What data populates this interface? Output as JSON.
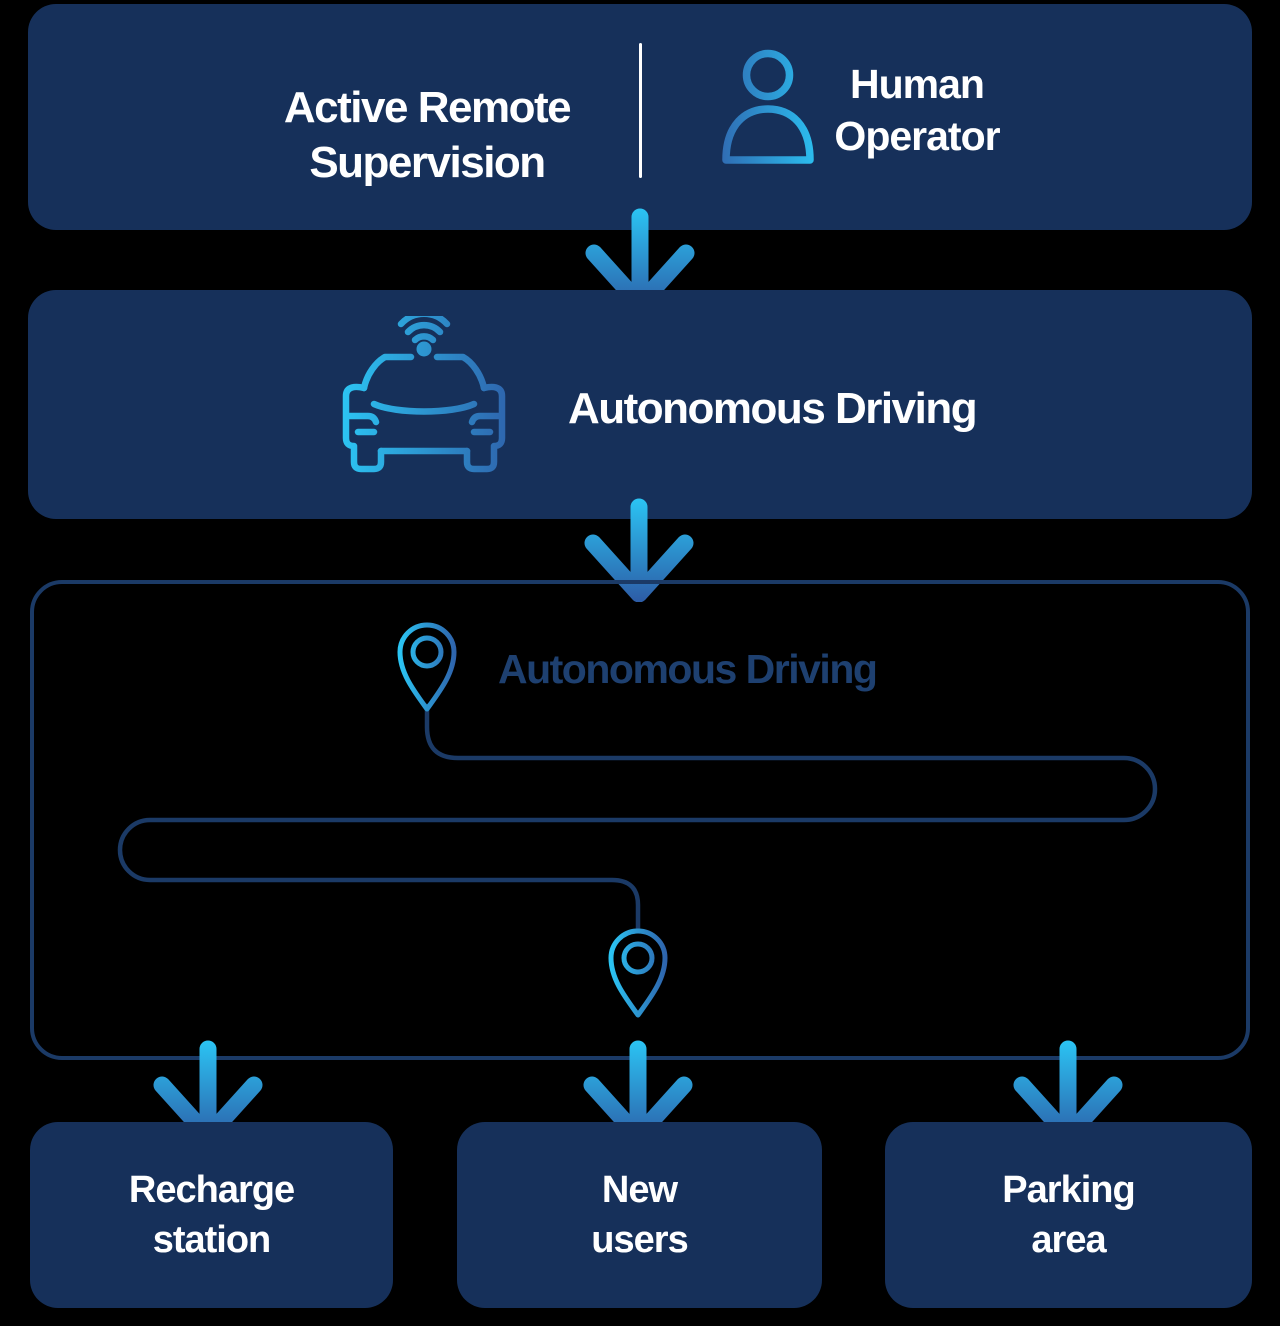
{
  "colors": {
    "background": "#000000",
    "panel_fill": "#16305A",
    "outline_navy": "#1B3A66",
    "label_navy": "#1E4070",
    "text_white": "#FFFFFF",
    "gradient_cyan": "#2BC5F4",
    "gradient_blue": "#2D5CA6"
  },
  "supervision_box": {
    "title_line1": "Active Remote",
    "title_line2": "Supervision",
    "operator_line1": "Human",
    "operator_line2": "Operator",
    "operator_icon": "person-icon"
  },
  "vehicle_box": {
    "label": "Autonomous Driving",
    "icon": "connected-car-icon"
  },
  "route_box": {
    "label": "Autonomous Driving",
    "start_icon": "map-pin-icon",
    "end_icon": "map-pin-icon"
  },
  "destinations": [
    {
      "line1": "Recharge",
      "line2": "station"
    },
    {
      "line1": "New",
      "line2": "users"
    },
    {
      "line1": "Parking",
      "line2": "area"
    }
  ]
}
